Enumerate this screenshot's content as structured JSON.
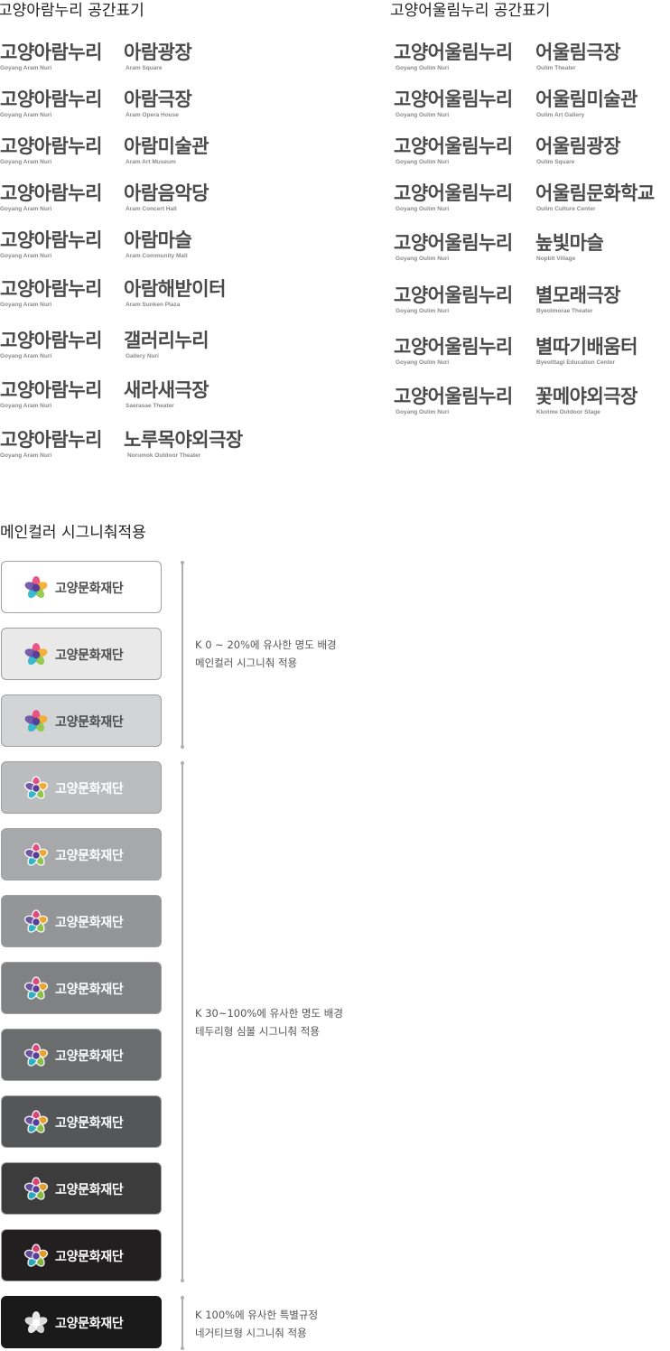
{
  "aram": {
    "title": "고양아람누리 공간표기",
    "org_kr": "고양아람누리",
    "org_en": "Goyang Aram Nuri",
    "items": [
      {
        "kr": "아람광장",
        "en": "Aram Square"
      },
      {
        "kr": "아람극장",
        "en": "Aram Opera House"
      },
      {
        "kr": "아람미술관",
        "en": "Aram Art Museum"
      },
      {
        "kr": "아람음악당",
        "en": "Aram Concert Hall"
      },
      {
        "kr": "아람마슬",
        "en": "Aram Community Mall"
      },
      {
        "kr": "아람해받이터",
        "en": "Aram Sunken Plaza"
      },
      {
        "kr": "갤러리누리",
        "en": "Gallery Nuri"
      },
      {
        "kr": "새라새극장",
        "en": "Saerasae Theater"
      },
      {
        "kr": "노루목야외극장",
        "en": "Norumok Outdoor Theater"
      }
    ]
  },
  "oulim": {
    "title": "고양어울림누리 공간표기",
    "org_kr": "고양어울림누리",
    "org_en": "Goyang Oulim Nuri",
    "items": [
      {
        "kr": "어울림극장",
        "en": "Oulim Theater"
      },
      {
        "kr": "어울림미술관",
        "en": "Oulim Art Gallery"
      },
      {
        "kr": "어울림광장",
        "en": "Oulim Square"
      },
      {
        "kr": "어울림문화학교",
        "en": "Oulim Culture Center"
      },
      {
        "kr": "높빛마슬",
        "en": "Nopbit Village"
      },
      {
        "kr": "별모래극장",
        "en": "Byeolmorae Theater"
      },
      {
        "kr": "별따기배움터",
        "en": "Byeolttagi Education Center"
      },
      {
        "kr": "꽃메야외극장",
        "en": "Kkotme Outdoor Stage"
      }
    ]
  },
  "signature": {
    "title": "메인컬러 시그니춰적용",
    "logo_text": "고양문화재단",
    "boxes": [
      {
        "bg": "#ffffff",
        "text_color": "#4d4d4d",
        "style": "color"
      },
      {
        "bg": "#e9e9e9",
        "text_color": "#4d4d4d",
        "style": "color"
      },
      {
        "bg": "#d3d4d6",
        "text_color": "#4d4d4d",
        "style": "color"
      },
      {
        "bg": "#bbbcbe",
        "text_color": "#ffffff",
        "style": "outlined"
      },
      {
        "bg": "#a7a8aa",
        "text_color": "#ffffff",
        "style": "outlined"
      },
      {
        "bg": "#949597",
        "text_color": "#ffffff",
        "style": "outlined"
      },
      {
        "bg": "#808183",
        "text_color": "#ffffff",
        "style": "outlined"
      },
      {
        "bg": "#6b6c6e",
        "text_color": "#ffffff",
        "style": "outlined"
      },
      {
        "bg": "#555658",
        "text_color": "#ffffff",
        "style": "outlined"
      },
      {
        "bg": "#3c3c3d",
        "text_color": "#ffffff",
        "style": "outlined"
      },
      {
        "bg": "#211f20",
        "text_color": "#ffffff",
        "style": "outlined"
      },
      {
        "bg": "#1a1a1a",
        "text_color": "#ffffff",
        "style": "negative"
      }
    ],
    "notes": [
      {
        "line1": "K 0 ~ 20%에 유사한 명도 배경",
        "line2": "메인컬러 시그니춰 적용"
      },
      {
        "line1": "K 30~100%에 유사한 명도 배경",
        "line2": "테두리형 심볼 시그니춰 적용"
      },
      {
        "line1": "K 100%에 유사한 특별규정",
        "line2": "네거티브형 시그니춰 적용"
      }
    ]
  }
}
